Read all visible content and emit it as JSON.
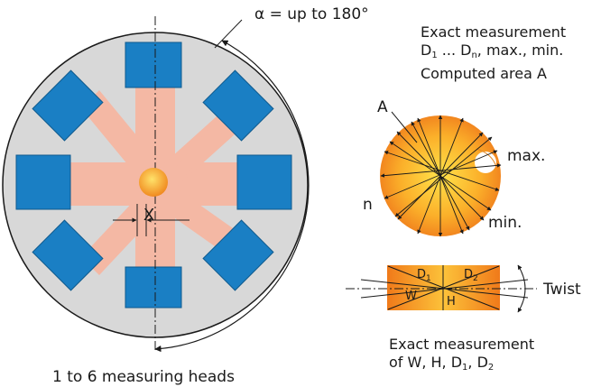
{
  "left_diagram": {
    "alpha_label": "α = up to 180°",
    "x_label": "X",
    "caption": "1 to 6 measuring heads"
  },
  "round_profile": {
    "heading_line1": "Exact measurement",
    "heading_line2_prefix": "D",
    "heading_line2_sub1": "1",
    "heading_line2_mid": " ... D",
    "heading_line2_sub2": "n",
    "heading_line2_suffix": ", max., min.",
    "heading_line3": "Computed area A",
    "label_a": "A",
    "label_n": "n",
    "label_max": "max.",
    "label_min": "min."
  },
  "rect_profile": {
    "label_d1": "D",
    "label_d1_sub": "1",
    "label_d2": "D",
    "label_d2_sub": "2",
    "label_w": "W",
    "label_h": "H",
    "label_twist": "Twist",
    "footer_line1": "Exact measurement",
    "footer_line2_prefix": "of W, H, D",
    "footer_line2_sub1": "1",
    "footer_line2_mid": ", D",
    "footer_line2_sub2": "2"
  },
  "colors": {
    "disk_fill": "#d8d8d8",
    "head_fill": "#1a7fc4",
    "beam_fill": "#f4b8a4",
    "orange_light": "#ffd34d",
    "orange_dark": "#f07a1a"
  }
}
